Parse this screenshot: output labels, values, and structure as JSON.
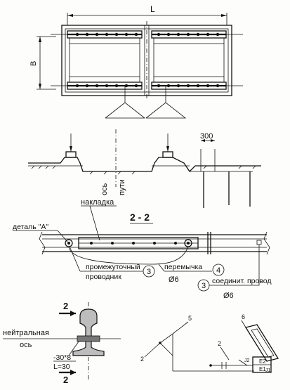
{
  "plan": {
    "length_label": "L",
    "width_label": "B"
  },
  "track_section": {
    "spacing_label": "300",
    "axis_label_1": "ось",
    "axis_label_2": "пути"
  },
  "section_2_2": {
    "title": "2 - 2",
    "plate_label": "накладка",
    "detail_label": "деталь \"А\"",
    "intermediate_label_1": "промежуточный",
    "intermediate_label_2": "проводник",
    "intermediate_num": "3",
    "jumper_label": "перемычка",
    "jumper_num": "4",
    "jumper_dia": "Ø6",
    "connector_num": "3",
    "connector_label": "соединит. провод",
    "connector_dia": "Ø6"
  },
  "rail_detail": {
    "cut_mark": "2",
    "neutral_label_1": "нейтральная",
    "neutral_label_2": "ось",
    "strip_size": "-30*8",
    "length": "L=30"
  },
  "schematic": {
    "callout_5": "5",
    "callout_6": "6",
    "callout_2a": "2",
    "callout_2b": "2",
    "terminal_e2": "E2",
    "terminal_e1": "E1",
    "terminal_j1": "J1",
    "terminal_j2": "J2"
  }
}
